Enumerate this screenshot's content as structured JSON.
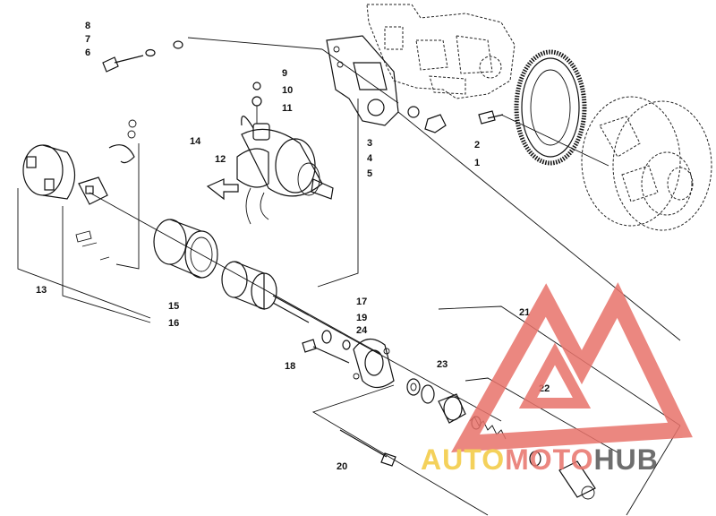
{
  "callouts": [
    {
      "id": "1",
      "text": "1"
    },
    {
      "id": "2",
      "text": "2"
    },
    {
      "id": "3",
      "text": "3"
    },
    {
      "id": "4",
      "text": "4"
    },
    {
      "id": "5",
      "text": "5"
    },
    {
      "id": "6",
      "text": "6"
    },
    {
      "id": "7",
      "text": "7"
    },
    {
      "id": "8",
      "text": "8"
    },
    {
      "id": "9",
      "text": "9"
    },
    {
      "id": "10",
      "text": "10"
    },
    {
      "id": "11",
      "text": "11"
    },
    {
      "id": "12",
      "text": "12"
    },
    {
      "id": "13",
      "text": "13"
    },
    {
      "id": "14",
      "text": "14"
    },
    {
      "id": "15",
      "text": "15"
    },
    {
      "id": "16",
      "text": "16"
    },
    {
      "id": "17",
      "text": "17"
    },
    {
      "id": "18",
      "text": "18"
    },
    {
      "id": "19",
      "text": "19"
    },
    {
      "id": "20",
      "text": "20"
    },
    {
      "id": "21",
      "text": "21"
    },
    {
      "id": "22",
      "text": "22"
    },
    {
      "id": "23",
      "text": "23"
    },
    {
      "id": "24",
      "text": "24"
    }
  ],
  "watermark": {
    "part1": "AUTO",
    "part2": "MOTO",
    "part3": "HUB",
    "color_primary": "#e8736b",
    "color_secondary": "#f3c93f",
    "color_tertiary": "#555555"
  }
}
